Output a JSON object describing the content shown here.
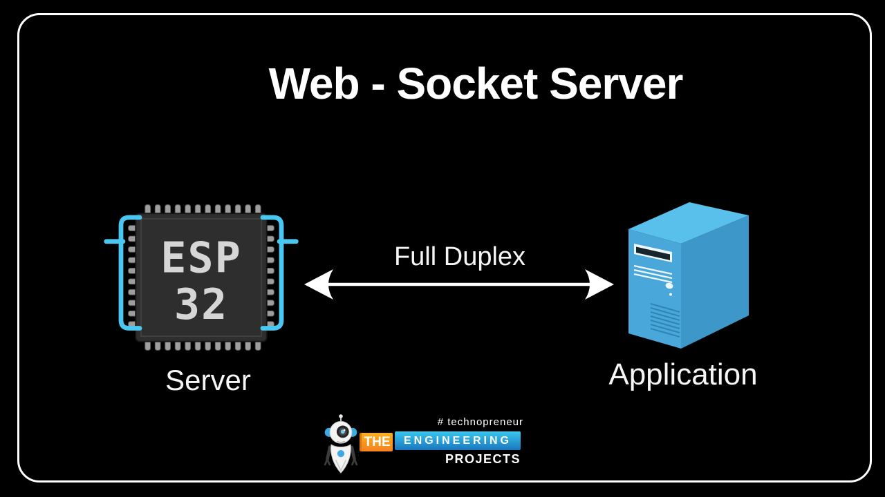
{
  "title": "Web - Socket Server",
  "diagram": {
    "left_node": {
      "label": "Server",
      "icon": "esp32-chip-icon",
      "chip_line1": "ESP",
      "chip_line2": "32"
    },
    "right_node": {
      "label": "Application",
      "icon": "server-tower-icon"
    },
    "connection": {
      "label": "Full Duplex",
      "style": "double-headed-arrow"
    }
  },
  "branding": {
    "tagline": "# technopreneur",
    "word_the": "THE",
    "word_engineering": "ENGINEERING",
    "word_projects": "PROJECTS",
    "mascot": "robot-mascot-icon"
  },
  "colors": {
    "background": "#000000",
    "frame_border": "#ffffff",
    "text": "#ffffff",
    "chip_bracket_cyan": "#4ac7f0",
    "chip_body": "#2e2e2e",
    "chip_text": "#d6d6d6",
    "tower_front": "#49a7d9",
    "tower_top": "#58c0ea",
    "tower_side": "#3e97c9",
    "logo_orange": "#f58220",
    "logo_blue_top": "#38c8f0",
    "logo_blue_bottom": "#1b76bd"
  }
}
